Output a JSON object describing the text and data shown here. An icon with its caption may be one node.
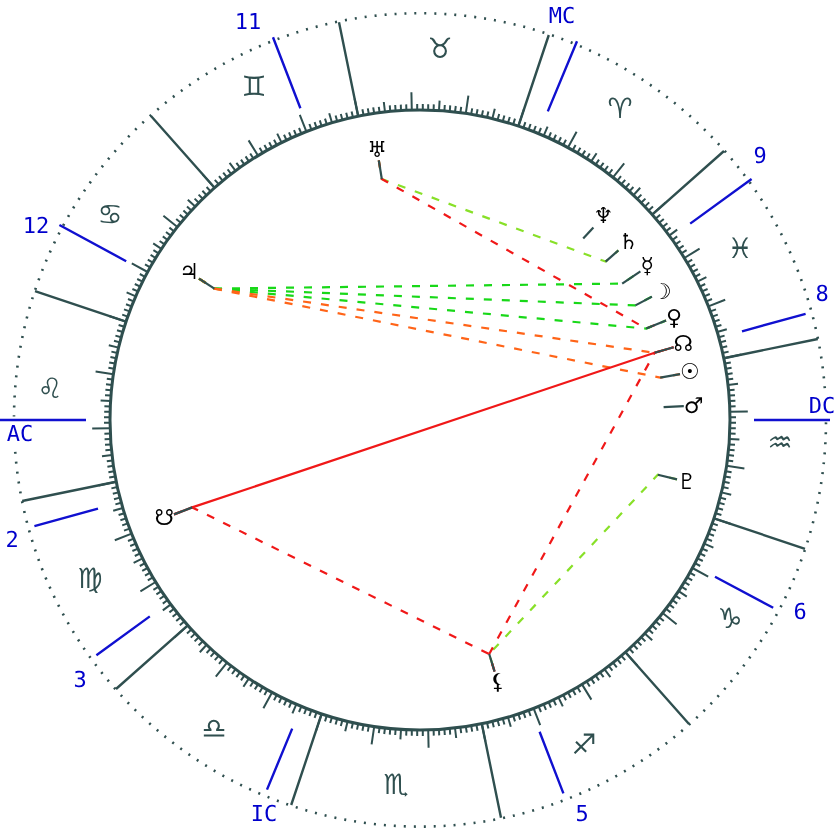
{
  "diagram": {
    "nodes": [
      {
        "text": [
          "♅"
        ]
      },
      {
        "text": [
          "♆"
        ]
      },
      {
        "text": [
          "♄"
        ]
      },
      {
        "text": [
          "♃"
        ]
      },
      {
        "text": [
          "☿"
        ]
      },
      {
        "text": [
          "☽"
        ]
      },
      {
        "text": [
          "♀"
        ]
      },
      {
        "text": [
          "☊"
        ]
      },
      {
        "text": [
          "☉"
        ]
      },
      {
        "text": [
          "♂"
        ]
      },
      {
        "text": [
          "♇"
        ]
      },
      {
        "text": [
          "☋"
        ]
      },
      {
        "text": [
          "⚸"
        ]
      }
    ],
    "edges": [
      {
        "from": 0,
        "to": null,
        "arrow": "none"
      },
      {
        "from": 1,
        "to": null,
        "arrow": "none"
      },
      {
        "from": 2,
        "to": null,
        "arrow": "none"
      },
      {
        "from": 3,
        "to": null,
        "arrow": "none"
      },
      {
        "from": 4,
        "to": null,
        "arrow": "none"
      },
      {
        "from": 5,
        "to": null,
        "arrow": "none"
      },
      {
        "from": 6,
        "to": null,
        "arrow": "none"
      },
      {
        "from": 7,
        "to": null,
        "arrow": "none"
      },
      {
        "from": 8,
        "to": null,
        "arrow": "none"
      },
      {
        "from": 9,
        "to": null,
        "arrow": "none"
      },
      {
        "from": 10,
        "to": null,
        "arrow": "none"
      },
      {
        "from": 11,
        "to": null,
        "arrow": "none"
      },
      {
        "from": 12,
        "to": null,
        "arrow": "none"
      },
      {
        "from": 0,
        "to": 2,
        "arrow": "none",
        "style": "dashed",
        "color": "#88e028"
      },
      {
        "from": 0,
        "to": 6,
        "arrow": "none",
        "style": "dashed",
        "color": "#f01818"
      },
      {
        "from": 3,
        "to": 4,
        "arrow": "none",
        "style": "dashed",
        "color": "#18d818"
      },
      {
        "from": 3,
        "to": 5,
        "arrow": "none",
        "style": "dashed",
        "color": "#18d818"
      },
      {
        "from": 3,
        "to": 6,
        "arrow": "none",
        "style": "dashed",
        "color": "#18d818"
      },
      {
        "from": 3,
        "to": 7,
        "arrow": "none",
        "style": "dashed",
        "color": "#ff6418"
      },
      {
        "from": 3,
        "to": 8,
        "arrow": "none",
        "style": "dashed",
        "color": "#ff6418"
      },
      {
        "from": 10,
        "to": 12,
        "arrow": "none",
        "style": "dashed",
        "color": "#88e028"
      },
      {
        "from": 11,
        "to": 7,
        "arrow": "none",
        "color": "#f01818"
      },
      {
        "from": 11,
        "to": 12,
        "arrow": "none",
        "style": "dashed",
        "color": "#f01818"
      },
      {
        "from": 12,
        "to": 7,
        "arrow": "none",
        "style": "dashed",
        "color": "#f01818"
      }
    ],
    "labels": [
      "11",
      "MC",
      "♉",
      "♊",
      "♈",
      "9",
      "12",
      "♋",
      "♓",
      "8",
      "♌",
      "AC",
      "DC",
      "♒",
      "2",
      "♍",
      "6",
      "♑",
      "3",
      "♎",
      "♐",
      "♏",
      "IC",
      "5"
    ]
  }
}
